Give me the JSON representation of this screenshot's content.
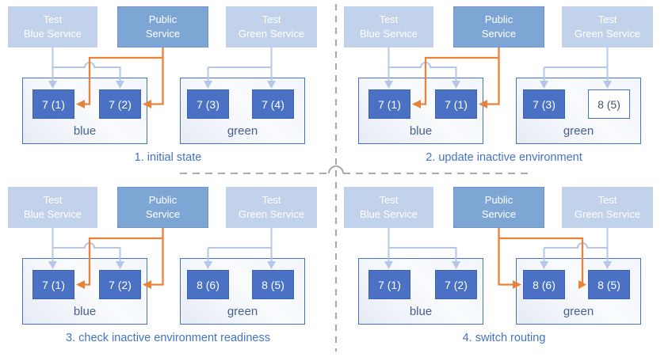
{
  "colors": {
    "pod_blue": "#4a71c4",
    "service_light_blue": "#c1d2ea",
    "public_service_blue": "#7ea6d4",
    "orange_connector": "#e8833c",
    "light_blue_connector": "#b4c7e7",
    "caption_blue": "#4472c4",
    "env_border_blue": "#4472c4",
    "divider_gray": "#a9a9a9"
  },
  "services": [
    {
      "name": "test-blue-service",
      "line1": "Test",
      "line2": "Blue Service"
    },
    {
      "name": "public-service",
      "line1": "Public",
      "line2": "Service"
    },
    {
      "name": "test-green-service",
      "line1": "Test",
      "line2": "Green Service"
    }
  ],
  "env_labels": {
    "blue": "blue",
    "green": "green"
  },
  "panels": [
    {
      "caption": "1. initial state",
      "public_routes_to": "blue",
      "pods": [
        {
          "text": "7 (1)",
          "variant": "filled"
        },
        {
          "text": "7 (2)",
          "variant": "filled"
        },
        {
          "text": "7 (3)",
          "variant": "filled"
        },
        {
          "text": "7 (4)",
          "variant": "filled"
        }
      ]
    },
    {
      "caption": "2. update inactive environment",
      "public_routes_to": "blue",
      "pods": [
        {
          "text": "7 (1)",
          "variant": "filled"
        },
        {
          "text": "7 (1)",
          "variant": "filled"
        },
        {
          "text": "7 (3)",
          "variant": "filled"
        },
        {
          "text": "8 (5)",
          "variant": "outlined"
        }
      ]
    },
    {
      "caption": "3. check inactive environment readiness",
      "public_routes_to": "blue",
      "pods": [
        {
          "text": "7 (1)",
          "variant": "filled"
        },
        {
          "text": "7 (2)",
          "variant": "filled"
        },
        {
          "text": "8 (6)",
          "variant": "filled"
        },
        {
          "text": "8 (5)",
          "variant": "filled"
        }
      ]
    },
    {
      "caption": "4. switch routing",
      "public_routes_to": "green",
      "pods": [
        {
          "text": "7 (1)",
          "variant": "filled"
        },
        {
          "text": "7 (2)",
          "variant": "filled"
        },
        {
          "text": "8 (6)",
          "variant": "filled"
        },
        {
          "text": "8 (5)",
          "variant": "filled"
        }
      ]
    }
  ]
}
